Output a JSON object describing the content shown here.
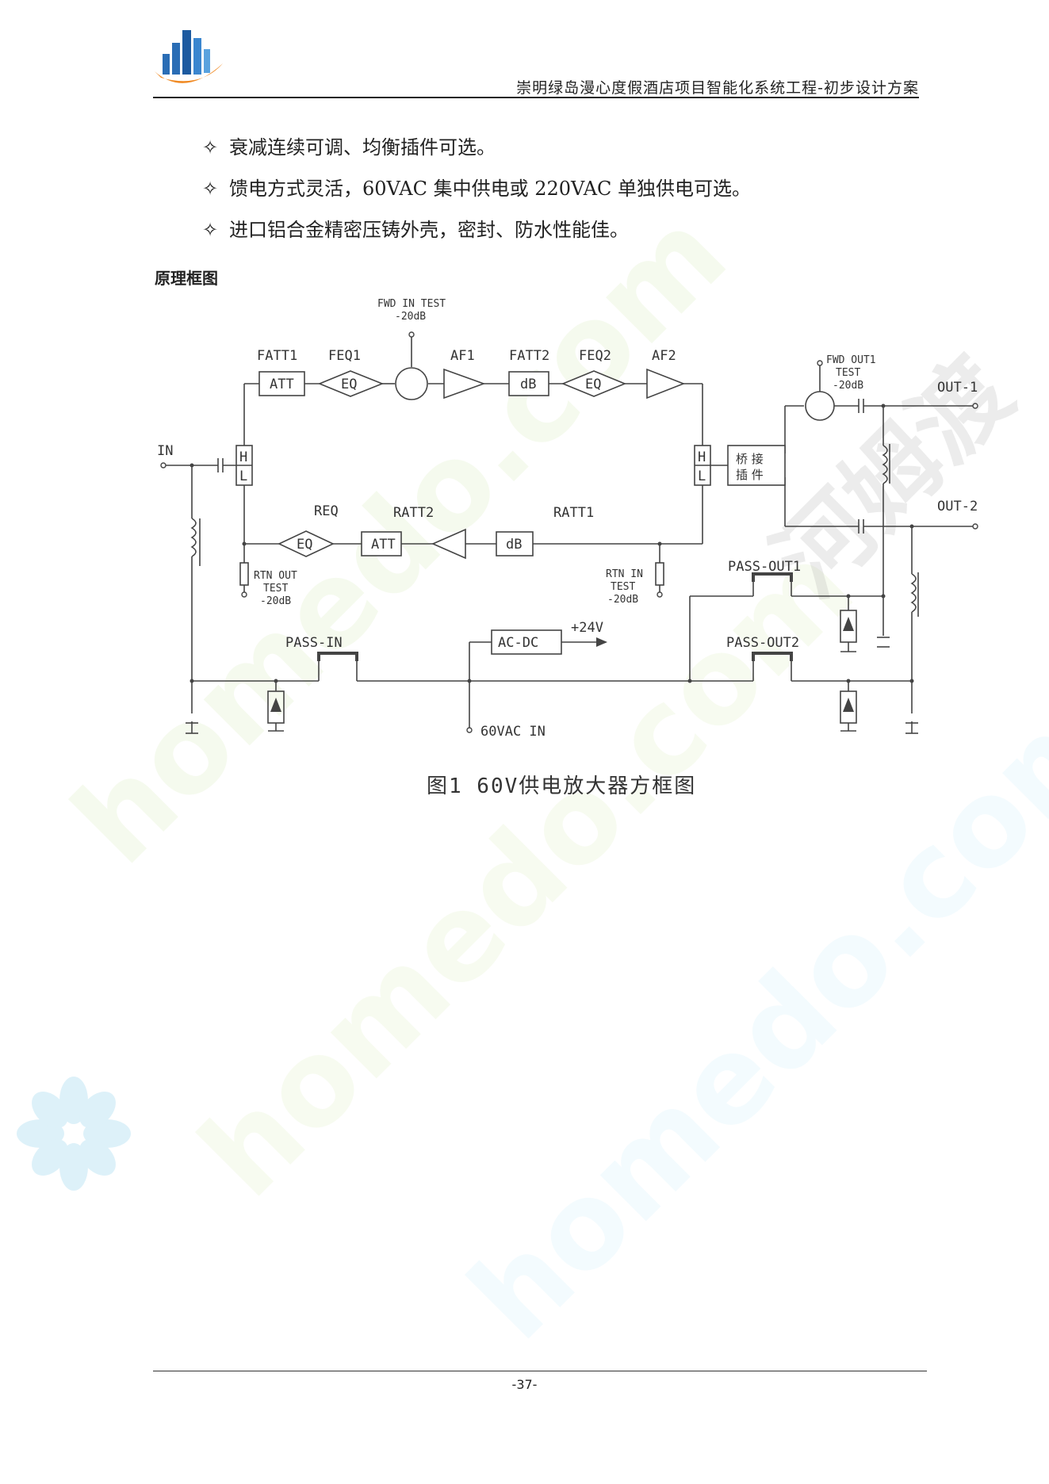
{
  "header": {
    "title": "崇明绿岛漫心度假酒店项目智能化系统工程-初步设计方案",
    "logo_icon": "building-chart-logo"
  },
  "bullets": [
    {
      "mark": "✧",
      "text": "衰减连续可调、均衡插件可选。"
    },
    {
      "mark": "✧",
      "text": "馈电方式灵活，60VAC 集中供电或 220VAC 单独供电可选。"
    },
    {
      "mark": "✧",
      "text": "进口铝合金精密压铸外壳，密封、防水性能佳。"
    }
  ],
  "section_title": "原理框图",
  "diagram": {
    "in": "IN",
    "fwd_in_test": "FWD IN TEST",
    "fwd_in_db": "-20dB",
    "fatt1": "FATT1",
    "feq1": "FEQ1",
    "af1": "AF1",
    "fatt2": "FATT2",
    "feq2": "FEQ2",
    "af2": "AF2",
    "att": "ATT",
    "eq": "EQ",
    "db": "dB",
    "hl_h": "H",
    "hl_l": "L",
    "fwd_out1_a": "FWD OUT1",
    "fwd_out1_b": "TEST",
    "fwd_out1_c": "-20dB",
    "out1": "OUT-1",
    "out2": "OUT-2",
    "bridge_1": "桥 接",
    "bridge_2": "插 件",
    "req": "REQ",
    "ratt2": "RATT2",
    "ratt1": "RATT1",
    "rtn_out_a": "RTN OUT",
    "rtn_out_b": "TEST",
    "rtn_out_c": "-20dB",
    "rtn_in_a": "RTN IN",
    "rtn_in_b": "TEST",
    "rtn_in_c": "-20dB",
    "pass_out1": "PASS-OUT1",
    "pass_out2": "PASS-OUT2",
    "pass_in": "PASS-IN",
    "acdc": "AC-DC",
    "plus24": "+24V",
    "vac60": "60VAC IN",
    "caption": "图1  60V供电放大器方框图"
  },
  "footer": {
    "page_number": "-37-"
  },
  "watermark": {
    "text": "homedo.com",
    "text_cn": "河姆渡",
    "color": "#d8ecc0"
  }
}
